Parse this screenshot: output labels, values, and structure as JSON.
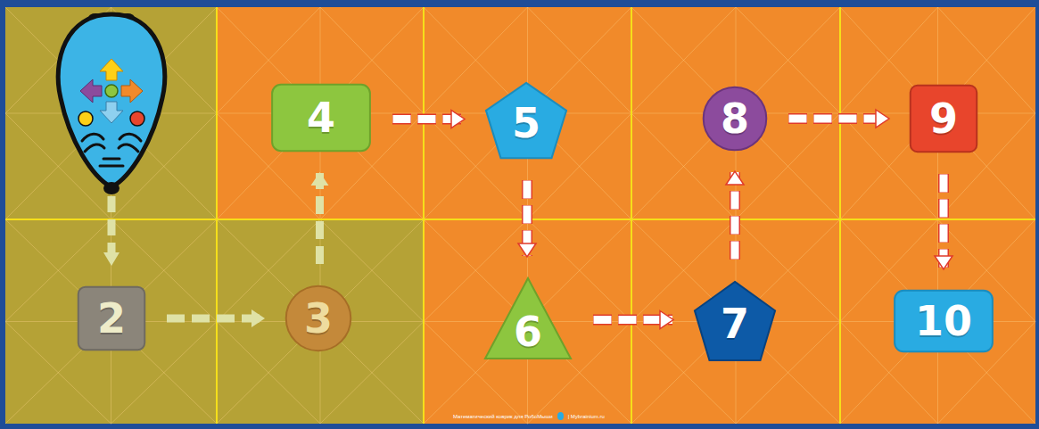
{
  "diagram": {
    "nodes": [
      {
        "text": [
          "2"
        ]
      },
      {
        "text": [
          "3"
        ]
      },
      {
        "text": [
          "4"
        ]
      },
      {
        "text": [
          "5"
        ]
      },
      {
        "text": [
          "6"
        ]
      },
      {
        "text": [
          "7"
        ]
      },
      {
        "text": [
          "8"
        ]
      },
      {
        "text": [
          "9"
        ]
      },
      {
        "text": [
          "10"
        ]
      }
    ],
    "edges": [
      {
        "from": 0,
        "to": 1,
        "arrow": "to"
      },
      {
        "from": 1,
        "to": 2,
        "arrow": "to"
      },
      {
        "from": 2,
        "to": 3,
        "arrow": "to"
      },
      {
        "from": 3,
        "to": 4,
        "arrow": "to"
      },
      {
        "from": 4,
        "to": 5,
        "arrow": "to"
      },
      {
        "from": 5,
        "to": 6,
        "arrow": "to"
      },
      {
        "from": 6,
        "to": 7,
        "arrow": "to"
      },
      {
        "from": 7,
        "to": 8,
        "arrow": "to"
      }
    ],
    "labels": [
      "Математический коврик для РобоМыши",
      "| Mybrainium.ru"
    ]
  }
}
